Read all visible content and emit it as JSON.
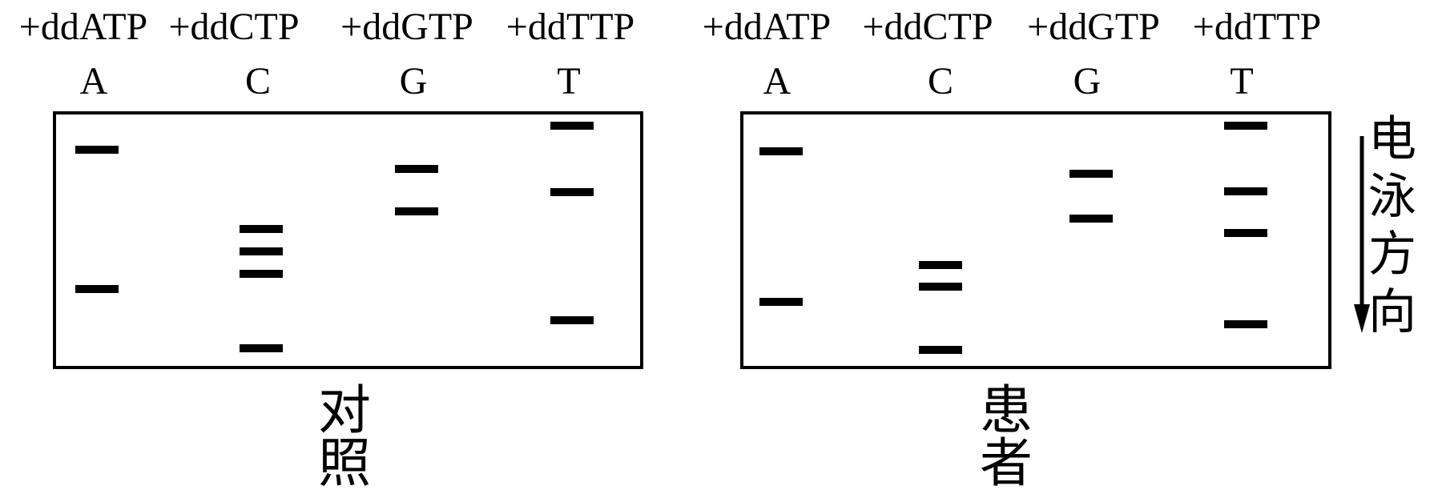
{
  "panels": [
    {
      "caption": "对照",
      "reagents": [
        "+ddATP",
        "+ddCTP",
        "+ddGTP",
        "+ddTTP"
      ],
      "lanes": [
        "A",
        "C",
        "G",
        "T"
      ],
      "bands": {
        "A": [
          0.14,
          0.695
        ],
        "C": [
          0.455,
          0.545,
          0.635,
          0.93
        ],
        "G": [
          0.215,
          0.385
        ],
        "T": [
          0.045,
          0.31,
          0.82
        ]
      }
    },
    {
      "caption": "患者",
      "reagents": [
        "+ddATP",
        "+ddCTP",
        "+ddGTP",
        "+ddTTP"
      ],
      "lanes": [
        "A",
        "C",
        "G",
        "T"
      ],
      "bands": {
        "A": [
          0.145,
          0.745
        ],
        "C": [
          0.6,
          0.685,
          0.935
        ],
        "G": [
          0.235,
          0.415
        ],
        "T": [
          0.045,
          0.305,
          0.47,
          0.835
        ]
      }
    }
  ],
  "direction_label": "电泳方向",
  "colors": {
    "band": "#000000",
    "frame": "#000000",
    "background": "#ffffff"
  }
}
